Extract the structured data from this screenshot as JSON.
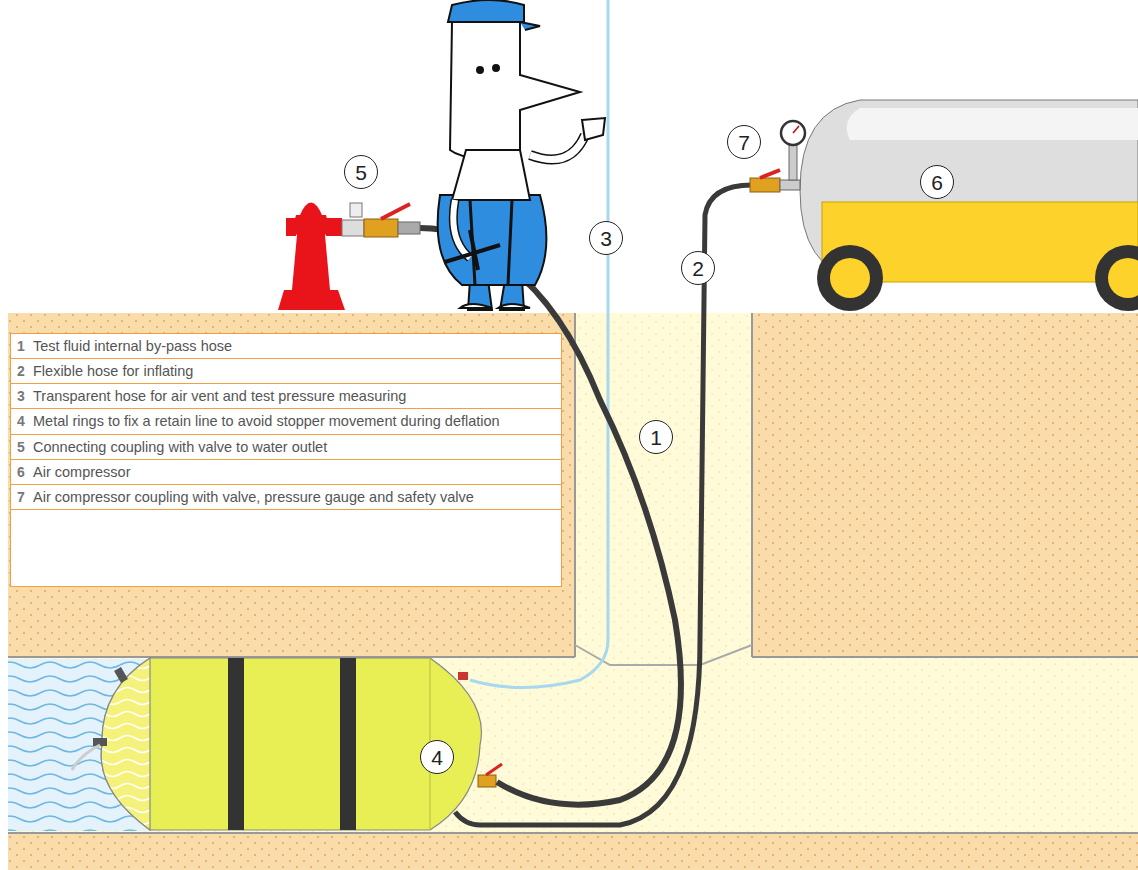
{
  "diagram": {
    "nodes": [
      {
        "text": [
          "7"
        ]
      },
      {
        "text": [
          "5"
        ]
      },
      {
        "text": [
          "6"
        ]
      },
      {
        "text": [
          "3"
        ]
      },
      {
        "text": [
          "2"
        ]
      },
      {
        "text": [
          "1"
        ]
      },
      {
        "text": [
          "4"
        ]
      }
    ],
    "labels": [
      "1",
      "Test fluid internal by-pass hose",
      "2",
      "Flexible hose for inflating",
      "3",
      "Transparent hose for air vent and test pressure measuring",
      "4",
      "Metal rings to fix a retain line to avoid stopper movement during deflation",
      "5",
      "Connecting coupling with valve to water outlet",
      "6",
      "Air compressor",
      "7",
      "Air compressor coupling with valve, pressure gauge and safety valve"
    ]
  }
}
